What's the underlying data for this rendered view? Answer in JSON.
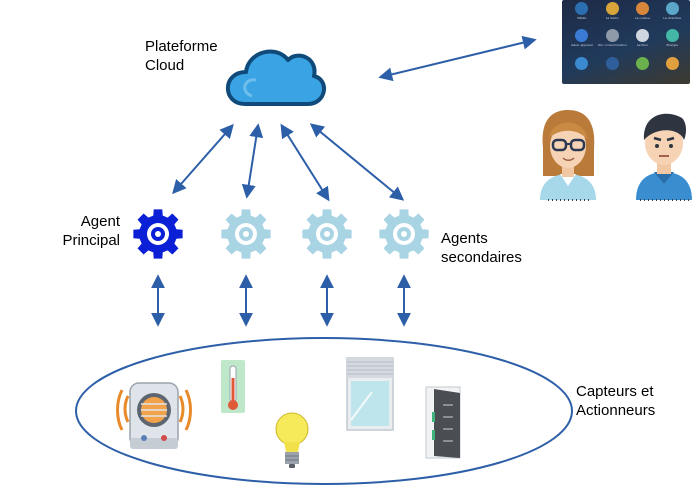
{
  "labels": {
    "cloud": "Plateforme\nCloud",
    "principal": "Agent\nPrincipal",
    "secondary": "Agents\nsecondaires",
    "capteurs": "Capteurs et\nActionneurs"
  },
  "colors": {
    "arrow": "#2d5fa8",
    "cloud": "#3aa3e3",
    "cloud_dark": "#1c82c8",
    "principal_gear": "#0a1fd6",
    "secondary_gear": "#a9d4e4",
    "ellipse": "#2d5fa8"
  },
  "tablet": {
    "apps": [
      {
        "icon": "app-icon",
        "caption": "Météo"
      },
      {
        "icon": "app-icon",
        "caption": "La Salon"
      },
      {
        "icon": "app-icon",
        "caption": "La cuisine"
      },
      {
        "icon": "app-icon",
        "caption": "La chambre"
      },
      {
        "icon": "app-icon",
        "caption": "Gérer appareil"
      },
      {
        "icon": "app-icon",
        "caption": "Voir consommation"
      },
      {
        "icon": "app-icon",
        "caption": "Lecteur"
      },
      {
        "icon": "app-icon",
        "caption": "Energie"
      },
      {
        "icon": "app-icon",
        "caption": ""
      },
      {
        "icon": "app-icon",
        "caption": ""
      },
      {
        "icon": "app-icon",
        "caption": ""
      },
      {
        "icon": "app-icon",
        "caption": ""
      }
    ],
    "app_colors": [
      "#2c6fb0",
      "#d9a53b",
      "#d8873a",
      "#5aa7c9",
      "#3a7bd5",
      "#8e9aa8",
      "#cfd6de",
      "#44b6a6",
      "#3a8ad0",
      "#2f5f9a",
      "#6ab04c",
      "#e0a040"
    ]
  },
  "users": [
    {
      "icon": "woman-avatar-icon"
    },
    {
      "icon": "man-avatar-icon"
    }
  ],
  "devices": [
    {
      "icon": "heater-icon"
    },
    {
      "icon": "thermometer-icon"
    },
    {
      "icon": "light-bulb-icon"
    },
    {
      "icon": "window-shutter-icon"
    },
    {
      "icon": "door-icon"
    }
  ]
}
